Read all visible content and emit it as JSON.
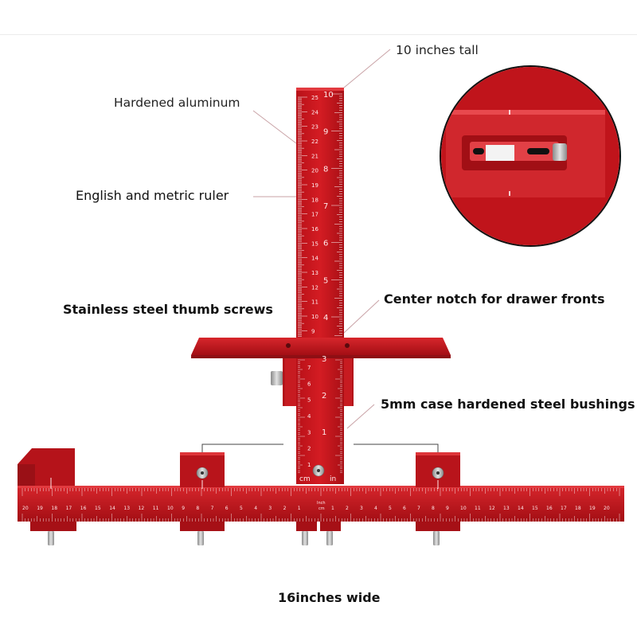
{
  "callouts": {
    "tall": "10 inches tall",
    "aluminum": "Hardened aluminum",
    "ruler": "English and metric ruler",
    "screws": "Stainless steel thumb screws",
    "notch": "Center notch for drawer fronts",
    "bushings": "5mm case hardened steel bushings",
    "wide": "16inches wide"
  },
  "ruler_marks": {
    "cm_label": "cm",
    "in_label": "in",
    "vertical_cm": [
      "25",
      "24",
      "23",
      "22",
      "21",
      "20",
      "19",
      "18",
      "17",
      "16",
      "15",
      "14",
      "13",
      "12",
      "11",
      "10",
      "9"
    ],
    "vertical_in": [
      "10",
      "9",
      "8",
      "7",
      "6",
      "5",
      "4"
    ],
    "lower_cm": [
      "7",
      "6",
      "5",
      "4",
      "3",
      "2",
      "1"
    ],
    "lower_in": [
      "3",
      "2",
      "1"
    ],
    "horizontal_left": [
      "20",
      "19",
      "18",
      "17",
      "16",
      "15",
      "14",
      "13",
      "12",
      "11",
      "10",
      "9",
      "8",
      "7",
      "6",
      "5",
      "4",
      "3",
      "2",
      "1"
    ],
    "horizontal_right": [
      "1",
      "2",
      "3",
      "4",
      "5",
      "6",
      "7",
      "8",
      "9",
      "10",
      "11",
      "12",
      "13",
      "14",
      "15",
      "16",
      "17",
      "18",
      "19",
      "20"
    ],
    "inch_center_top": "Inch",
    "inch_center_bottom": "cm"
  },
  "colors": {
    "anodized_red": "#c8161d",
    "red_shadow": "#8e0f14",
    "red_highlight": "#e23a3f",
    "steel": "#b8b8b8"
  }
}
